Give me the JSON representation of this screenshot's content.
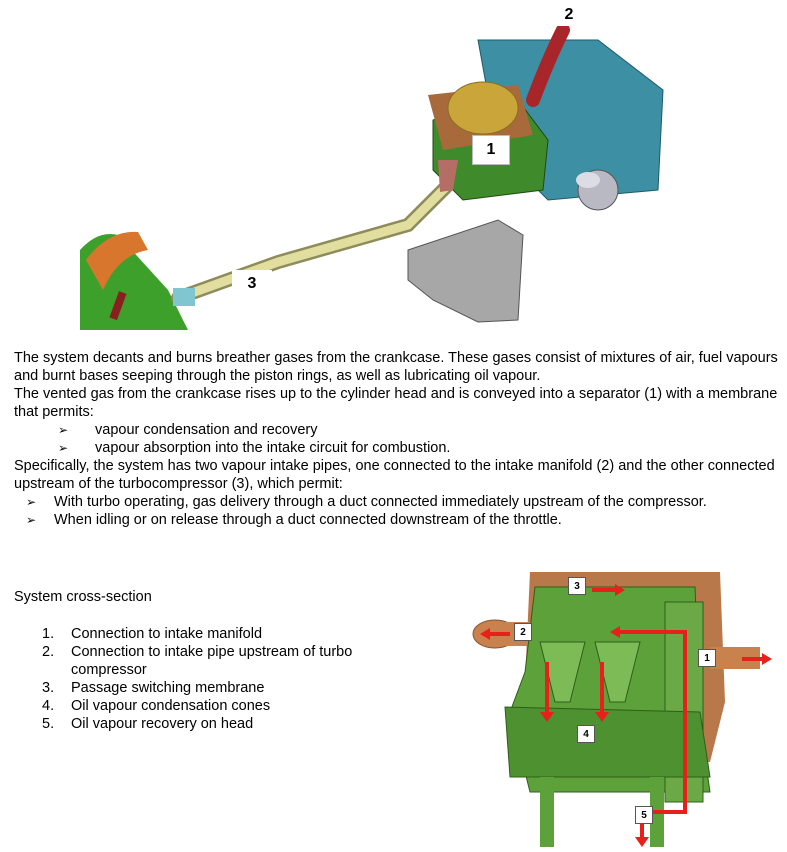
{
  "figure_top": {
    "callouts": [
      "1",
      "2",
      "3"
    ]
  },
  "intro": {
    "p1": "The system decants and burns breather gases from the crankcase. These gases consist of mixtures of air, fuel vapours and burnt bases seeping through the piston rings, as well as lubricating oil vapour.",
    "p2": "The vented gas from the crankcase rises up to the cylinder head and is conveyed into a separator (1) with a membrane that permits:",
    "list1": [
      "vapour condensation and recovery",
      "vapour absorption into the intake circuit for combustion."
    ],
    "p3": "Specifically, the system has two vapour intake pipes, one connected to the intake manifold (2) and the other connected upstream of the turbocompressor (3), which permit:",
    "list2": [
      "With turbo operating, gas delivery through a duct connected immediately upstream of the compressor.",
      "When idling or on release through a duct connected downstream of the throttle."
    ],
    "bullet_marker": "➢"
  },
  "cross_section": {
    "title": "System cross-section",
    "items": [
      {
        "num": "1.",
        "text": "Connection to intake manifold"
      },
      {
        "num": "2.",
        "text": "Connection to intake pipe upstream of turbo compressor"
      },
      {
        "num": "3.",
        "text": "Passage switching membrane"
      },
      {
        "num": "4.",
        "text": "Oil vapour condensation cones"
      },
      {
        "num": "5.",
        "text": "Oil vapour recovery on head"
      }
    ],
    "figure_tags": [
      "1",
      "2",
      "3",
      "4",
      "5"
    ]
  },
  "colors": {
    "separator_green": "#3f8a2a",
    "lid_gold": "#c9a53a",
    "hose_yellow": "#d8d48a",
    "hose_red": "#a8262a",
    "bracket_grey": "#9a9a9a",
    "block_blue": "#3d8fa3",
    "flow_arrow_red": "#e8201c",
    "pipe_copper": "#c07a4a"
  }
}
